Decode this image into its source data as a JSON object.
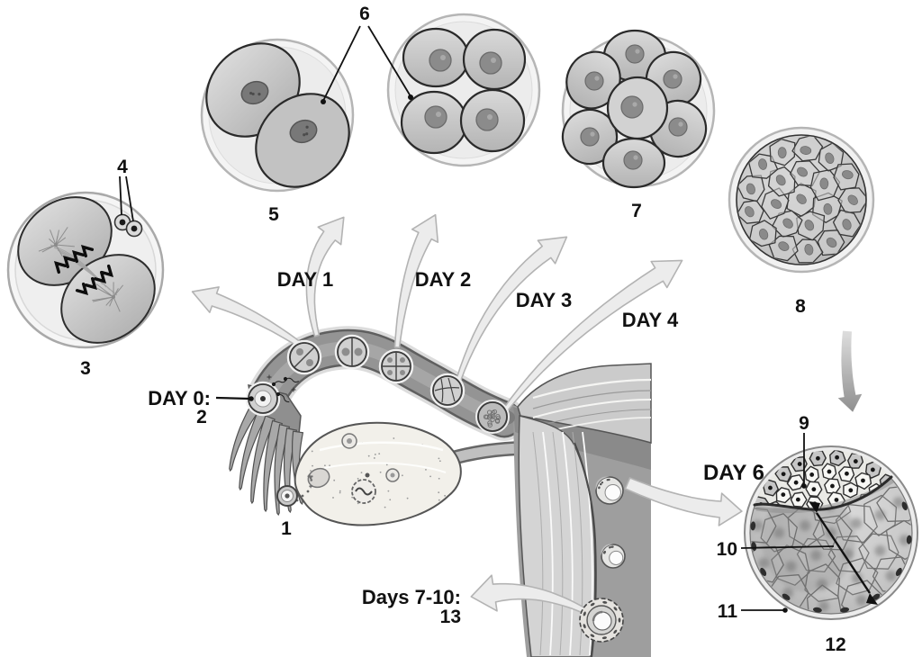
{
  "numbers": {
    "n1": "1",
    "n2": "2",
    "n3": "3",
    "n4": "4",
    "n5": "5",
    "n6": "6",
    "n7": "7",
    "n8": "8",
    "n9": "9",
    "n10": "10",
    "n11": "11",
    "n12": "12",
    "n13": "13"
  },
  "days": {
    "day0": "DAY 0:",
    "day1": "DAY 1",
    "day2": "DAY 2",
    "day3": "DAY 3",
    "day4": "DAY 4",
    "day6": "DAY 6",
    "days7_10": "Days 7-10:"
  },
  "colors": {
    "ink": "#111111",
    "cell_fill": "#c9c9c9",
    "nucleus": "#7f7f7f",
    "arrow_fill": "#ececec",
    "arrow_stroke": "#b3b3b3",
    "tube_wall": "#929292",
    "background": "#ffffff"
  }
}
